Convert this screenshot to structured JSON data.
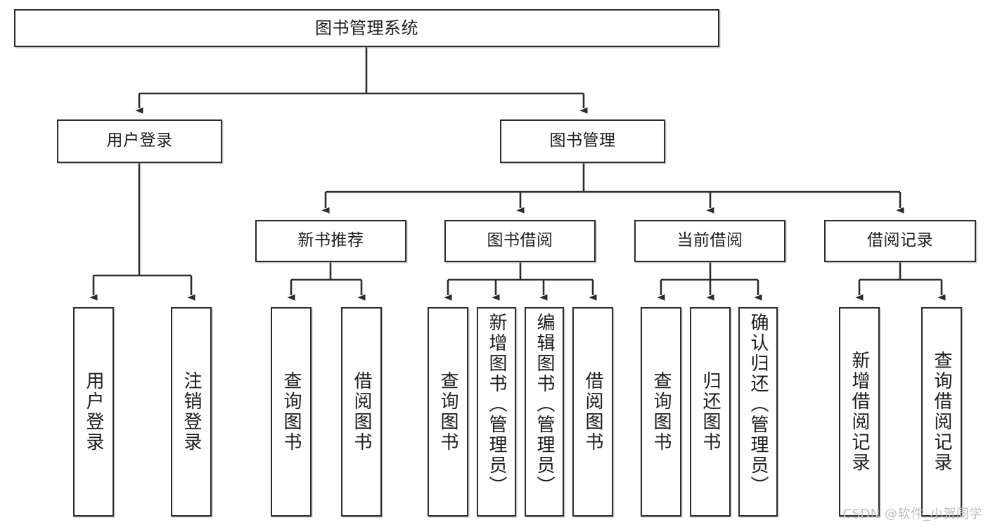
{
  "diagram": {
    "title": "图书管理系统",
    "type": "tree-hierarchy",
    "root": {
      "id": "root",
      "label": "图书管理系统"
    },
    "level2": [
      {
        "id": "user-login",
        "label": "用户登录"
      },
      {
        "id": "book-manage",
        "label": "图书管理"
      }
    ],
    "level3": [
      {
        "id": "new-book-rec",
        "label": "新书推荐",
        "parent": "book-manage"
      },
      {
        "id": "book-borrow",
        "label": "图书借阅",
        "parent": "book-manage"
      },
      {
        "id": "current-borrow",
        "label": "当前借阅",
        "parent": "book-manage"
      },
      {
        "id": "borrow-record",
        "label": "借阅记录",
        "parent": "book-manage"
      }
    ],
    "leaves": [
      {
        "id": "leaf-user-login",
        "label": "用户登录",
        "parent": "user-login"
      },
      {
        "id": "leaf-logout",
        "label": "注销登录",
        "parent": "user-login"
      },
      {
        "id": "leaf-query-book-1",
        "label": "查询图书",
        "parent": "new-book-rec"
      },
      {
        "id": "leaf-borrow-book-1",
        "label": "借阅图书",
        "parent": "new-book-rec"
      },
      {
        "id": "leaf-query-book-2",
        "label": "查询图书",
        "parent": "book-borrow"
      },
      {
        "id": "leaf-add-book",
        "label": "新增图书（管理员）",
        "parent": "book-borrow"
      },
      {
        "id": "leaf-edit-book",
        "label": "编辑图书（管理员）",
        "parent": "book-borrow"
      },
      {
        "id": "leaf-borrow-book-2",
        "label": "借阅图书",
        "parent": "book-borrow"
      },
      {
        "id": "leaf-query-book-3",
        "label": "查询图书",
        "parent": "current-borrow"
      },
      {
        "id": "leaf-return-book",
        "label": "归还图书",
        "parent": "current-borrow"
      },
      {
        "id": "leaf-confirm-return",
        "label": "确认归还（管理员）",
        "parent": "current-borrow"
      },
      {
        "id": "leaf-add-record",
        "label": "新增借阅记录",
        "parent": "borrow-record"
      },
      {
        "id": "leaf-query-record",
        "label": "查询借阅记录",
        "parent": "borrow-record"
      }
    ],
    "colors": {
      "stroke": "#2b2b2b",
      "fill": "#ffffff",
      "text": "#1c1c1c",
      "watermark": "#bdbdbd"
    }
  },
  "watermark": {
    "text": "CSDN @软件_小贺同学"
  }
}
